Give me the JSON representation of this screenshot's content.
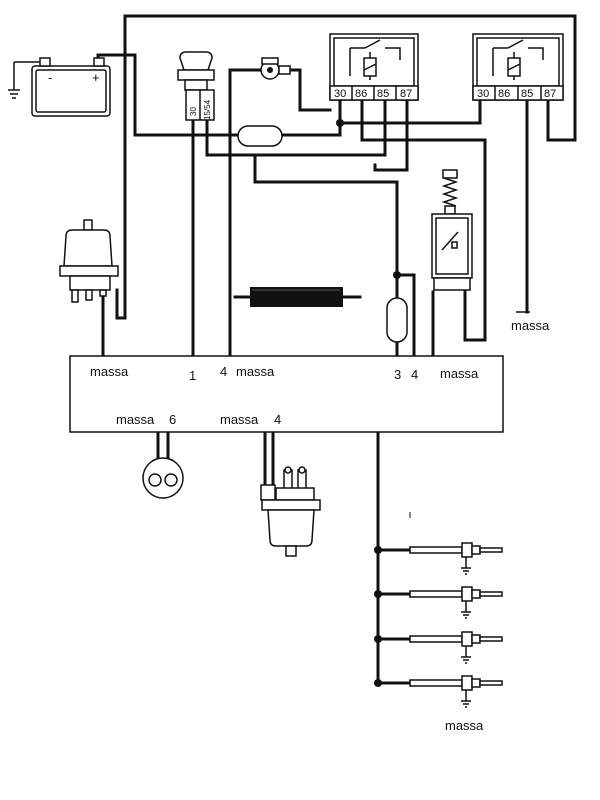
{
  "battery": {
    "minus": "-",
    "plus": "+"
  },
  "ignition_switch": {
    "terminal_a": "30",
    "terminal_b": "15/54"
  },
  "relay_left": {
    "pins": [
      "30",
      "86",
      "85",
      "87"
    ]
  },
  "relay_right": {
    "pins": [
      "30",
      "86",
      "85",
      "87"
    ]
  },
  "ground_right_label": "massa",
  "control_unit": {
    "top_labels": {
      "massa_left": "massa",
      "pin_1": "1",
      "pin_4a": "4",
      "massa_mid": "massa",
      "pin_3": "3",
      "pin_4b": "4",
      "massa_right": "massa"
    },
    "bottom_labels": {
      "massa_a": "massa",
      "pin_6": "6",
      "massa_b": "massa",
      "pin_4": "4"
    }
  },
  "glow_plugs_ground_label": "massa"
}
